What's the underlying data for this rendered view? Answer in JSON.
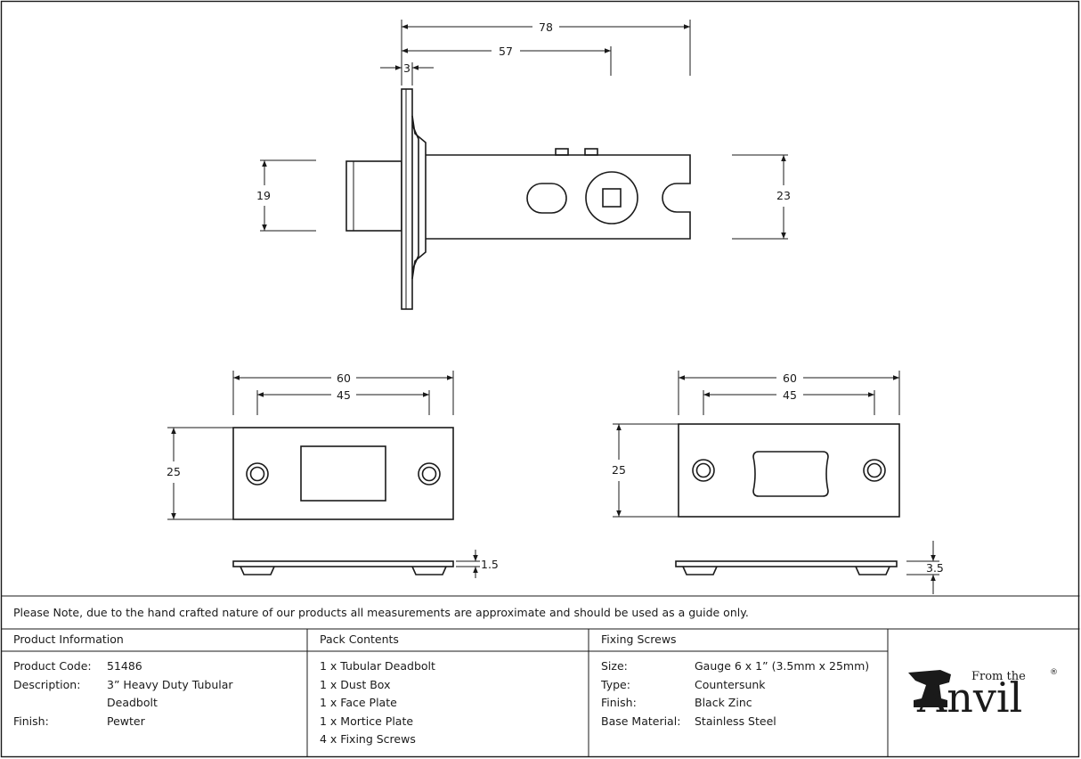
{
  "drawing": {
    "deadbolt_dims": {
      "overall_length": "78",
      "backset": "57",
      "face_offset": "3",
      "bolt_height": "19",
      "case_height": "23"
    },
    "face_plate_dims": {
      "width": "60",
      "screw_centers": "45",
      "height": "25",
      "thickness": "1.5"
    },
    "mortice_plate_dims": {
      "width": "60",
      "screw_centers": "45",
      "height": "25",
      "thickness": "3.5"
    }
  },
  "note": "Please Note, due to the hand crafted nature of our products all measurements are approximate and should be used as a guide only.",
  "product_info": {
    "heading": "Product Information",
    "code_label": "Product Code:",
    "code": "51486",
    "description_label": "Description:",
    "description_line1": "3” Heavy Duty Tubular",
    "description_line2": "Deadbolt",
    "finish_label": "Finish:",
    "finish": "Pewter"
  },
  "pack_contents": {
    "heading": "Pack Contents",
    "items": [
      "1 x Tubular Deadbolt",
      "1 x Dust Box",
      "1 x Face Plate",
      "1 x Mortice Plate",
      "4 x Fixing Screws"
    ]
  },
  "fixing_screws": {
    "heading": "Fixing Screws",
    "size_label": "Size:",
    "size": "Gauge 6 x 1” (3.5mm x 25mm)",
    "type_label": "Type:",
    "type": "Countersunk",
    "finish_label": "Finish:",
    "finish": "Black Zinc",
    "material_label": "Base Material:",
    "material": "Stainless Steel"
  },
  "logo": {
    "small_text": "From the",
    "main_text": "Anvil",
    "mark": "®"
  }
}
